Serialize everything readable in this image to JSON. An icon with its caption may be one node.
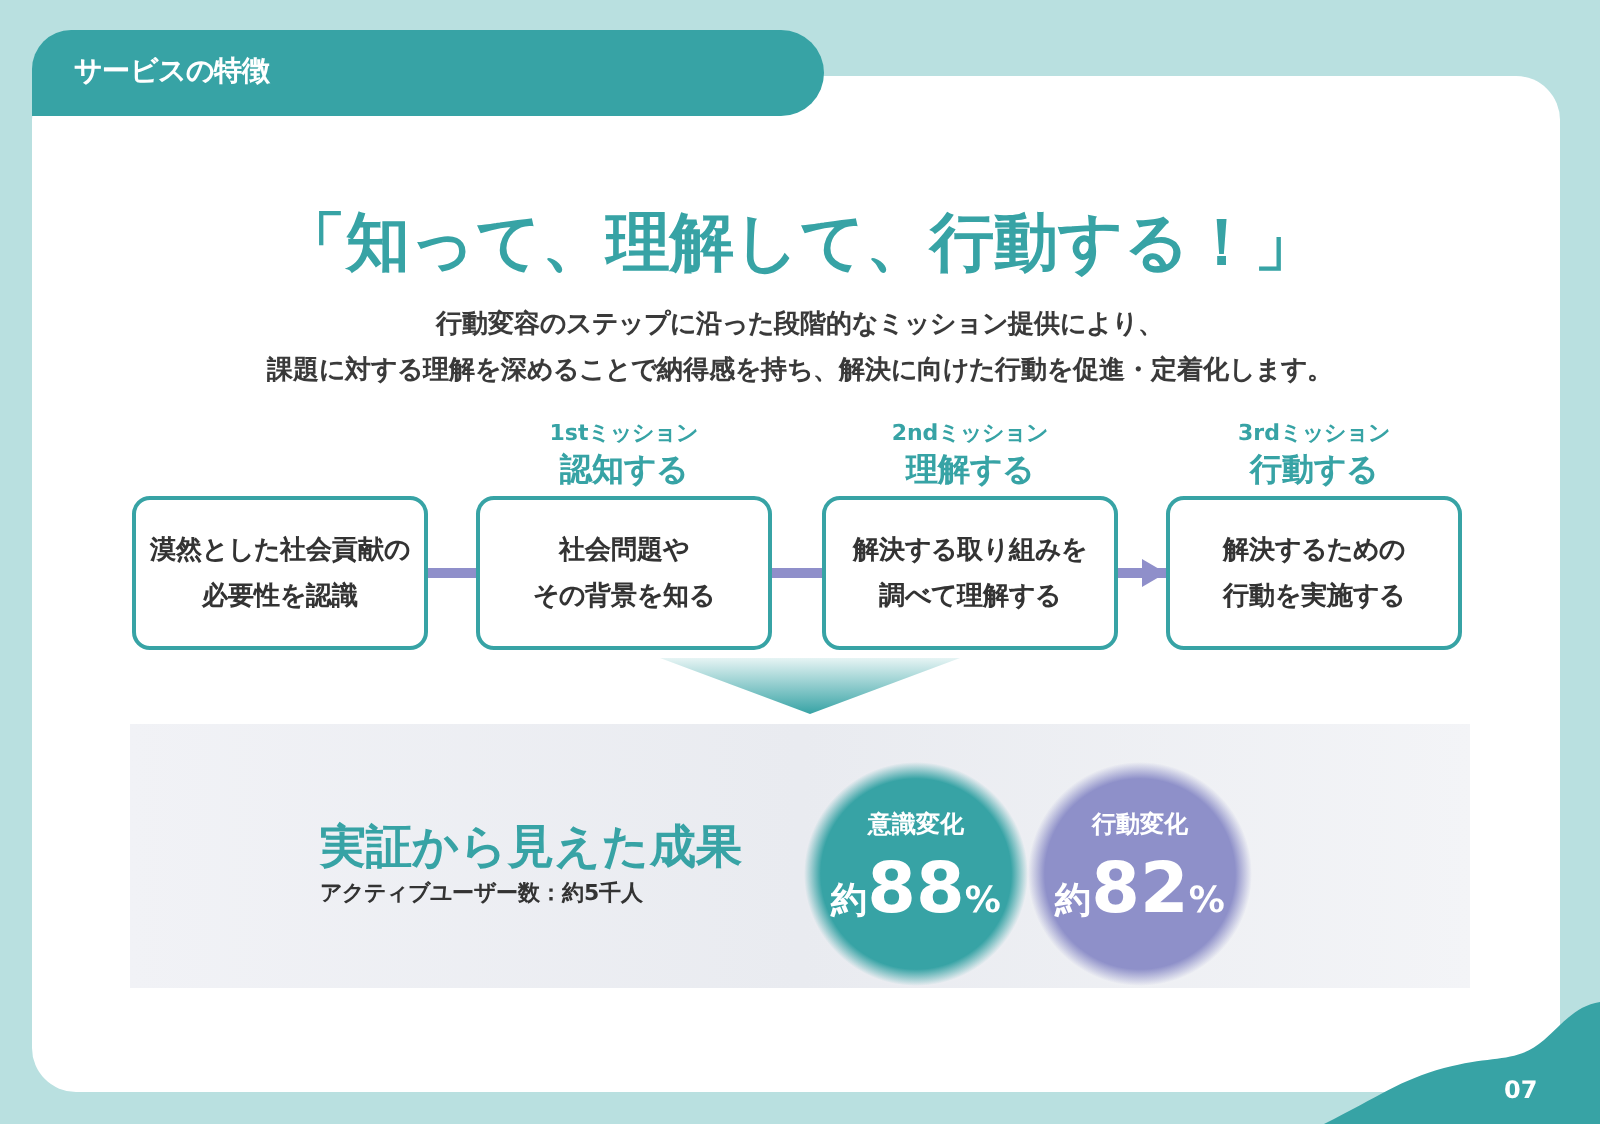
{
  "diagram": {
    "title": "「知って、理解して、行動する！」",
    "nodes": [
      {
        "text": [
          "漠然とした社会貢献の必要性を認識"
        ]
      },
      {
        "text": [
          "1stミッション",
          "認知する",
          "社会問題やその背景を知る"
        ]
      },
      {
        "text": [
          "2ndミッション",
          "理解する",
          "解決する取り組みを調べて理解する"
        ]
      },
      {
        "text": [
          "3rdミッション",
          "行動する",
          "解決するための行動を実施する"
        ]
      },
      {
        "text": [
          "実証から見えた成果",
          "アクティブユーザー数：約5千人"
        ]
      },
      {
        "text": [
          "意識変化",
          "約88%"
        ],
        "in": 4
      },
      {
        "text": [
          "行動変化",
          "約82%"
        ],
        "in": 4
      }
    ],
    "edges": [
      {
        "from": 0,
        "to": 1,
        "arrow": "none"
      },
      {
        "from": 1,
        "to": 2,
        "arrow": "none"
      },
      {
        "from": 2,
        "to": 3,
        "arrow": "to"
      }
    ],
    "labels": [
      "サービスの特徴",
      "行動変容のステップに沿った段階的なミッション提供により、課題に対する理解を深めることで納得感を持ち、解決に向けた行動を促進・定着化します。",
      "07"
    ]
  }
}
